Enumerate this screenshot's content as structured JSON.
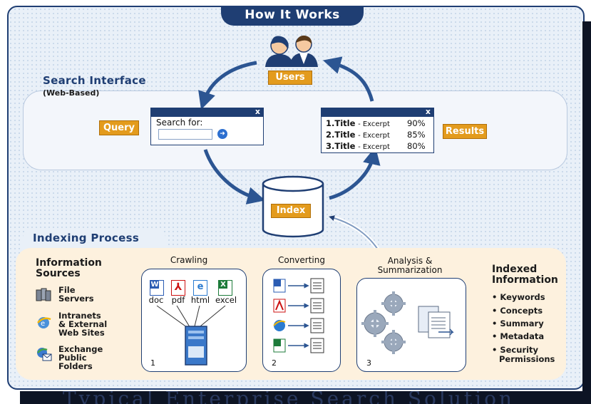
{
  "title": "How It Works",
  "search_interface": {
    "title": "Search Interface",
    "subtitle": "(Web-Based)"
  },
  "users_label": "Users",
  "query_label": "Query",
  "results_label": "Results",
  "index_label": "Index",
  "search_window": {
    "label": "Search for:",
    "close": "x"
  },
  "results_window": {
    "close": "x",
    "rows": [
      {
        "rank": "1.Title",
        "text": "- Excerpt",
        "score": "90%"
      },
      {
        "rank": "2.Title",
        "text": "- Excerpt",
        "score": "85%"
      },
      {
        "rank": "3.Title",
        "text": "- Excerpt",
        "score": "80%"
      }
    ]
  },
  "indexing": {
    "title": "Indexing Process",
    "sources_title_1": "Information",
    "sources_title_2": "Sources",
    "sources": [
      {
        "line1": "File",
        "line2": "Servers",
        "line3": ""
      },
      {
        "line1": "Intranets",
        "line2": "& External",
        "line3": "Web Sites"
      },
      {
        "line1": "Exchange",
        "line2": "Public",
        "line3": "Folders"
      }
    ],
    "steps": [
      {
        "label": "Crawling",
        "num": "1"
      },
      {
        "label": "Converting",
        "num": "2"
      },
      {
        "label_1": "Analysis &",
        "label_2": "Summarization",
        "num": "3"
      }
    ],
    "file_types": [
      "doc",
      "pdf",
      "html",
      "excel"
    ],
    "output_title_1": "Indexed",
    "output_title_2": "Information",
    "outputs": [
      "• Keywords",
      "• Concepts",
      "• Summary",
      "• Metadata",
      "• Security",
      "Permissions"
    ]
  },
  "footer_text": "Typical Enterprise Search Solution",
  "colors": {
    "navy": "#1f3e73",
    "orange": "#e39b1d",
    "panel_cream": "#fdf1de",
    "arrow_blue": "#2c5592"
  }
}
